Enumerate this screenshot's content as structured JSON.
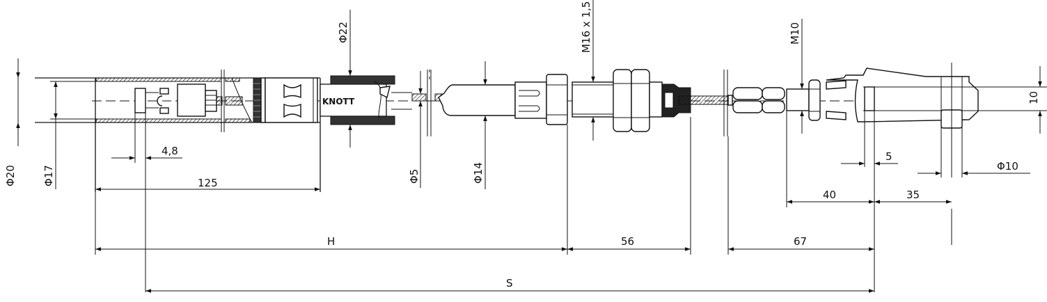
{
  "drawing": {
    "title": "Bowden cable assembly technical drawing",
    "brand_marking": "KNOTT",
    "line_color": "#111111",
    "background": "#ffffff"
  },
  "dimensions": {
    "phi20": "Φ20",
    "phi17": "Φ17",
    "d_4_8": "4,8",
    "d_125": "125",
    "phi22": "Φ22",
    "phi5": "Φ5",
    "phi14": "Φ14",
    "m16": "M16 x 1,5",
    "m10": "M10",
    "d_10": "10",
    "d_5": "5",
    "phi10": "Φ10",
    "d_40": "40",
    "d_35": "35",
    "H": "H",
    "d_56": "56",
    "d_67": "67",
    "S": "S"
  }
}
